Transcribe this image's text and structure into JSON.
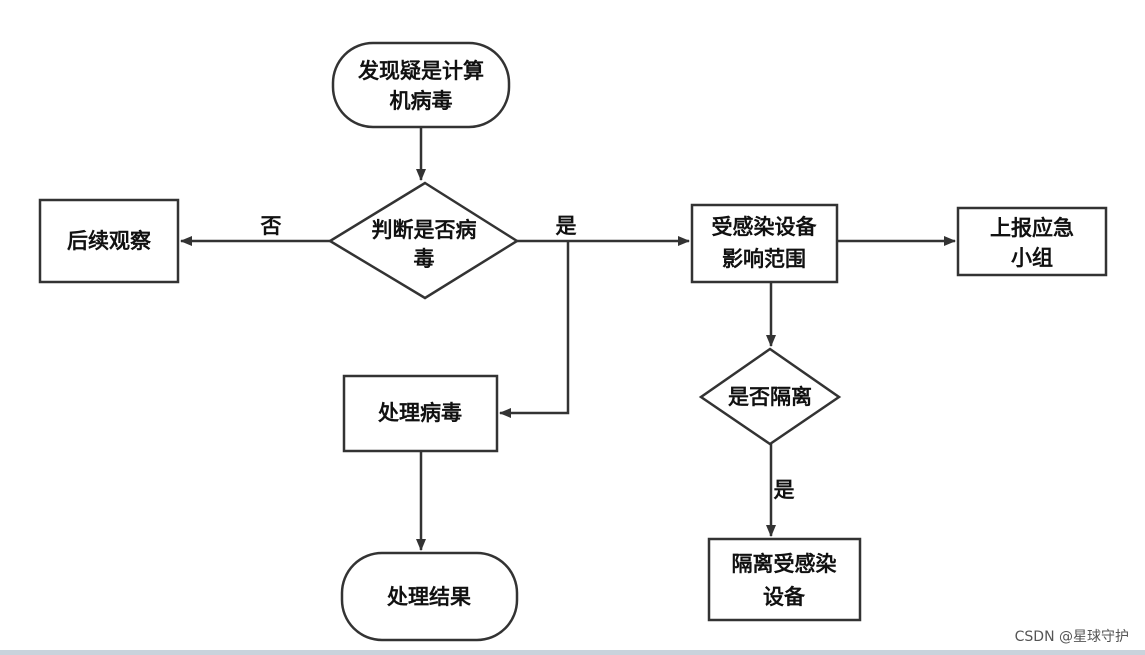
{
  "nodes": {
    "start": {
      "lines": [
        "发现疑是计算",
        "机病毒"
      ]
    },
    "judge": {
      "lines": [
        "判断是否病",
        "毒"
      ]
    },
    "observe": {
      "lines": [
        "后续观察"
      ]
    },
    "scope": {
      "lines": [
        "受感染设备",
        "影响范围"
      ]
    },
    "report": {
      "lines": [
        "上报应急",
        "小组"
      ]
    },
    "handle": {
      "lines": [
        "处理病毒"
      ]
    },
    "result": {
      "lines": [
        "处理结果"
      ]
    },
    "isolate_q": {
      "lines": [
        "是否隔离"
      ]
    },
    "isolate": {
      "lines": [
        "隔离受感染",
        "设备"
      ]
    }
  },
  "edge_labels": {
    "no": "否",
    "yes": "是",
    "isolate_yes": "是"
  },
  "watermark": "CSDN @星球守护"
}
